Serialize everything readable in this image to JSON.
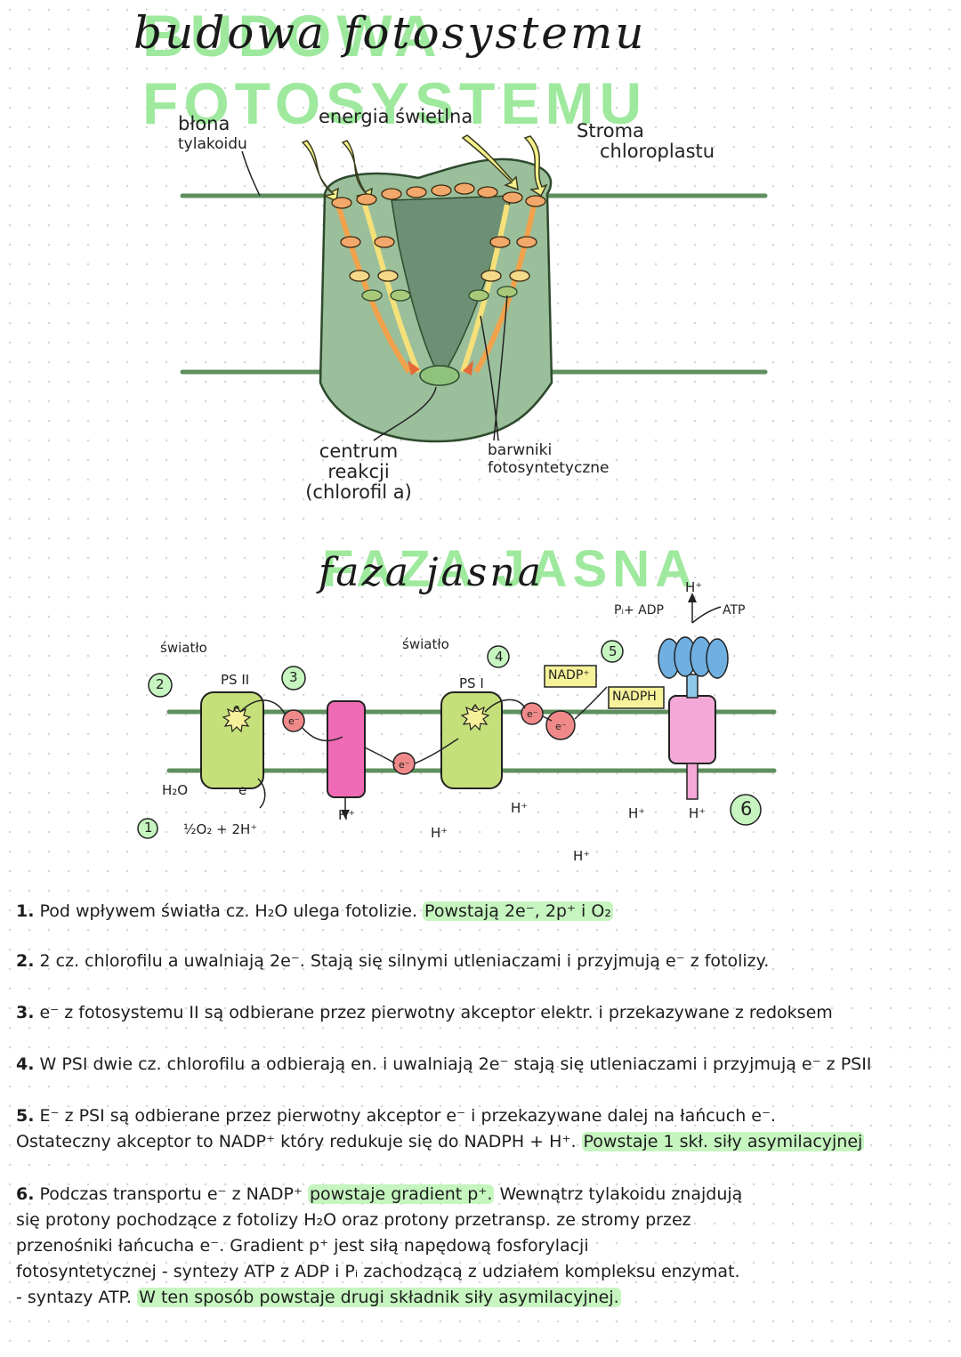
{
  "title1": {
    "bg": "BUDOWA FOTOSYSTEMU",
    "fg": "budowa fotosystemu"
  },
  "diagram1": {
    "membrane_label": [
      "błona",
      "tylakoidu"
    ],
    "light_label": "energia świetlna",
    "stroma_label": [
      "Stroma",
      "chloroplastu"
    ],
    "center_label": [
      "centrum",
      "reakcji",
      "(chlorofil a)"
    ],
    "pigments_label": [
      "barwniki",
      "fotosyntetyczne"
    ]
  },
  "title2": {
    "bg": "FAZA JASNA",
    "fg": "faza jasna"
  },
  "diagram2": {
    "light1": "światło",
    "light2": "światło",
    "psii": "PS II",
    "psi": "PS I",
    "e": "e",
    "eminus": "e⁻",
    "water": "H₂O",
    "water_products": "½O₂ + 2H⁺",
    "nadp": "NADP⁺",
    "nadph": "NADPH",
    "pi_adp": "Pᵢ+ ADP",
    "atp": "ATP",
    "hplus": "H⁺",
    "step_numbers": [
      "1",
      "2",
      "3",
      "4",
      "5",
      "6"
    ]
  },
  "notes": {
    "n1": {
      "num": "1.",
      "text": "Pod wpływem światła cz. H₂O ulega fotolizie.",
      "hl": "Powstają 2e⁻, 2p⁺ i O₂"
    },
    "n2": {
      "num": "2.",
      "text": "2 cz. chlorofilu a uwalniają 2e⁻. Stają się silnymi utleniaczami i przyjmują e⁻ z fotolizy."
    },
    "n3": {
      "num": "3.",
      "text": "e⁻ z fotosystemu II są odbierane przez pierwotny akceptor elektr. i przekazywane z redoksem"
    },
    "n4": {
      "num": "4.",
      "text": "W PSI dwie cz. chlorofilu a odbierają en. i uwalniają 2e⁻ stają się utleniaczami i przyjmują e⁻ z PSII"
    },
    "n5": {
      "num": "5.",
      "text": "E⁻ z PSI są odbierane przez pierwotny akceptor e⁻ i przekazywane dalej na łańcuch e⁻.",
      "text2": "Ostateczny akceptor to NADP⁺ który redukuje się do NADPH + H⁺.",
      "hl": "Powstaje 1 skł. siły asymilacyjnej"
    },
    "n6": {
      "num": "6.",
      "text_a": "Podczas transportu e⁻ z NADP⁺",
      "hl_a": "powstaje gradient p⁺.",
      "text_b": "Wewnątrz tylakoidu znajdują",
      "line2": "się protony pochodzące z fotolizy H₂O oraz protony przetransp. ze stromy przez",
      "line3": "przenośniki łańcucha e⁻. Gradient p⁺ jest siłą napędową fosforylacji",
      "line4": "fotosyntetycznej - syntezy ATP z ADP i Pᵢ zachodzącą z udziałem kompleksu enzymat.",
      "line5": "- syntazy ATP.",
      "hl_b": "W ten sposób powstaje drugi składnik siły asymilacyjnej."
    }
  }
}
